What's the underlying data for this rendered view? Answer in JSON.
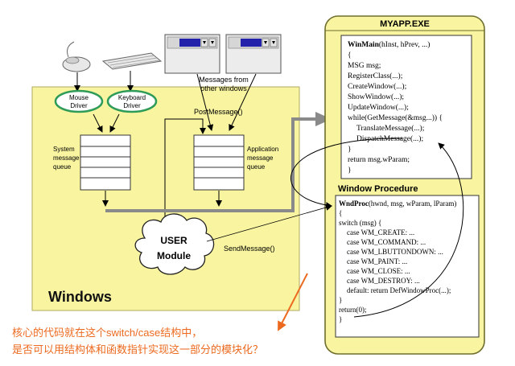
{
  "colors": {
    "panel": "#f8f4a0",
    "panel_border": "#8a8a40",
    "box_border": "#333333",
    "gray_arrow": "#8a8a8a",
    "annotation": "#ec6a1f",
    "titlebar": "#2222aa",
    "window_chrome": "#d6d6d6"
  },
  "icons": {
    "mouse": "mouse-icon",
    "keyboard": "keyboard-icon"
  },
  "windows_panel": {
    "label": "Windows",
    "mouse_driver": [
      "Mouse",
      "Driver"
    ],
    "keyboard_driver": [
      "Keyboard",
      "Driver"
    ],
    "system_queue_label": [
      "System",
      "message",
      "queue"
    ],
    "app_queue_label": [
      "Application",
      "message",
      "queue"
    ],
    "messages_from": [
      "Messages from",
      "other windows"
    ],
    "post_message": "PostMessage()",
    "send_message": "SendMessage()",
    "user_module": [
      "USER",
      "Module"
    ]
  },
  "myapp": {
    "title": "MYAPP.EXE",
    "winmain_lines": [
      "(hInst, hPrev, ...)",
      "{",
      "MSG msg;",
      "RegisterClass(...);",
      "CreateWindow(...);",
      "ShowWindow(...);",
      "UpdateWindow(...);",
      "while(GetMessage(&msg...)) {",
      "TranslateMessage(...);",
      "DispatchMessage(...);",
      "}",
      "return msg.wParam;",
      "}"
    ],
    "winmain_bold": "WinMain",
    "window_procedure_title": "Window  Procedure",
    "wndproc_bold": "WndProc",
    "wndproc_lines": [
      "(hwnd, msg, wParam, lParam)",
      "{",
      "switch (msg) {",
      "case WM_CREATE: ...",
      "case WM_COMMAND: ...",
      "case WM_LBUTTONDOWN: ...",
      "case WM_PAINT: ...",
      "case WM_CLOSE: ...",
      "case WM_DESTROY: ...",
      "default: return DefWindowProc(...);",
      "}",
      "return(0);",
      "}"
    ]
  },
  "annotation": [
    "核心的代码就在这个switch/case结构中，",
    "是否可以用结构体和函数指针实现这一部分的模块化？"
  ]
}
